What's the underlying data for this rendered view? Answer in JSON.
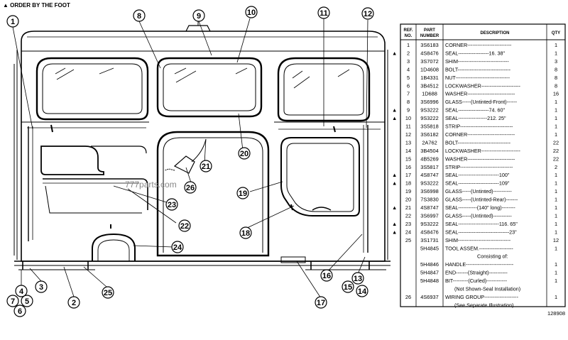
{
  "header_note": "▲ ORDER BY THE FOOT",
  "watermark": "777parts.com",
  "figure_number": "128908",
  "table": {
    "columns": [
      "REF. NO.",
      "PART NUMBER",
      "DESCRIPTION",
      "QTY"
    ],
    "col_ref_l1": "REF.",
    "col_ref_l2": "NO.",
    "col_part_l1": "PART",
    "col_part_l2": "NUMBER",
    "col_desc": "DESCRIPTION",
    "col_qty": "QTY",
    "rows": [
      {
        "mark": "",
        "ref": "1",
        "part": "3S6183",
        "desc": "CORNER--------------------------",
        "qty": "1"
      },
      {
        "mark": "▲",
        "ref": "2",
        "part": "4S8476",
        "desc": "SEAL------------------16. 38\"",
        "qty": "1"
      },
      {
        "mark": "",
        "ref": "3",
        "part": "3S7072",
        "desc": "SHIM------------------------------",
        "qty": "3"
      },
      {
        "mark": "",
        "ref": "4",
        "part": "1D4608",
        "desc": "BOLT-------------------------------",
        "qty": "8"
      },
      {
        "mark": "",
        "ref": "5",
        "part": "1B4331",
        "desc": "NUT--------------------------------",
        "qty": "8"
      },
      {
        "mark": "",
        "ref": "6",
        "part": "3B4512",
        "desc": "LOCKWASHER-----------------------",
        "qty": "8"
      },
      {
        "mark": "",
        "ref": "7",
        "part": "1D688",
        "desc": "WASHER----------------------------",
        "qty": "16"
      },
      {
        "mark": "",
        "ref": "8",
        "part": "3S6996",
        "desc": "GLASS-----(Untinted-Front)------",
        "qty": "1"
      },
      {
        "mark": "▲",
        "ref": "9",
        "part": "9S3222",
        "desc": "SEAL------------------74. 60\"",
        "qty": "1"
      },
      {
        "mark": "▲",
        "ref": "10",
        "part": "9S3222",
        "desc": "SEAL-----------------212. 25\"",
        "qty": "1"
      },
      {
        "mark": "",
        "ref": "11",
        "part": "3S5818",
        "desc": "STRIP-------------------------------",
        "qty": "1"
      },
      {
        "mark": "",
        "ref": "12",
        "part": "3S6182",
        "desc": "CORNER----------------------------",
        "qty": "1"
      },
      {
        "mark": "",
        "ref": "13",
        "part": "2A762",
        "desc": "BOLT-------------------------------",
        "qty": "22"
      },
      {
        "mark": "",
        "ref": "14",
        "part": "3B4504",
        "desc": "LOCKWASHER-----------------------",
        "qty": "22"
      },
      {
        "mark": "",
        "ref": "15",
        "part": "4B5269",
        "desc": "WASHER----------------------------",
        "qty": "22"
      },
      {
        "mark": "",
        "ref": "16",
        "part": "3S5817",
        "desc": "STRIP-------------------------------",
        "qty": "2"
      },
      {
        "mark": "▲",
        "ref": "17",
        "part": "4S8747",
        "desc": "SEAL------------------------100\"",
        "qty": "1"
      },
      {
        "mark": "▲",
        "ref": "18",
        "part": "9S3222",
        "desc": "SEAL------------------------109\"",
        "qty": "1"
      },
      {
        "mark": "",
        "ref": "19",
        "part": "3S6998",
        "desc": "GLASS-----(Untinted)-----------",
        "qty": "1"
      },
      {
        "mark": "",
        "ref": "20",
        "part": "7S3830",
        "desc": "GLASS-----(Untinted-Rear)-------",
        "qty": "1"
      },
      {
        "mark": "▲",
        "ref": "21",
        "part": "4S8747",
        "desc": "SEAL-----------(140\" long)--------",
        "qty": "1"
      },
      {
        "mark": "",
        "ref": "22",
        "part": "3S6997",
        "desc": "GLASS-----(Untinted)-----------",
        "qty": "1"
      },
      {
        "mark": "▲",
        "ref": "23",
        "part": "9S3222",
        "desc": "SEAL------------------------116. 65\"",
        "qty": "1"
      },
      {
        "mark": "▲",
        "ref": "24",
        "part": "4S8476",
        "desc": "SEAL------------------------------23\"",
        "qty": "1"
      },
      {
        "mark": "",
        "ref": "25",
        "part": "3S1731",
        "desc": "SHIM-------------------------------",
        "qty": "12"
      },
      {
        "mark": "",
        "ref": "",
        "part": "5H4845",
        "desc": "TOOL ASSEM.--------------------",
        "qty": "1"
      },
      {
        "mark": "",
        "ref": "",
        "part": "",
        "desc": "Consisting of:",
        "qty": ""
      },
      {
        "mark": "",
        "ref": "",
        "part": "5H4846",
        "desc": "HANDLE----------------------------",
        "qty": "1"
      },
      {
        "mark": "",
        "ref": "",
        "part": "5H4847",
        "desc": "END-------(Straight)-----------",
        "qty": "1"
      },
      {
        "mark": "",
        "ref": "",
        "part": "5H4848",
        "desc": "BIT---------(Curled)------------",
        "qty": "1"
      },
      {
        "mark": "",
        "ref": "",
        "part": "",
        "desc": "(Not Shown-Seal Installation)",
        "qty": ""
      },
      {
        "mark": "",
        "ref": "26",
        "part": "4S6937",
        "desc": "WIRING GROUP--------------------",
        "qty": "1"
      },
      {
        "mark": "",
        "ref": "",
        "part": "",
        "desc": "(See Separate Illustration)",
        "qty": ""
      }
    ]
  },
  "callouts": [
    "1",
    "2",
    "3",
    "4",
    "5",
    "6",
    "7",
    "8",
    "9",
    "10",
    "11",
    "12",
    "13",
    "14",
    "15",
    "16",
    "17",
    "18",
    "19",
    "20",
    "21",
    "22",
    "23",
    "24",
    "25",
    "26"
  ]
}
